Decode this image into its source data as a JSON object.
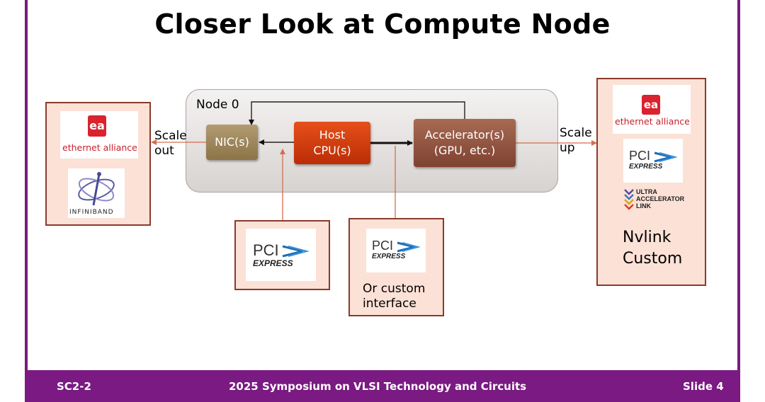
{
  "title": "Closer Look at Compute Node",
  "node": {
    "label": "Node 0",
    "nic": "NIC(s)",
    "host_line1": "Host",
    "host_line2": "CPU(s)",
    "acc_line1": "Accelerator(s)",
    "acc_line2": "(GPU, etc.)"
  },
  "scale_out": {
    "line1": "Scale",
    "line2": "out"
  },
  "scale_up": {
    "line1": "Scale",
    "line2": "up"
  },
  "left_box": {
    "ethernet_mark": "ea",
    "ethernet_text": "ethernet alliance",
    "infiniband_text": "INFINIBAND"
  },
  "pcie": {
    "word": "PCI",
    "express": "EXPRESS"
  },
  "middle_box": {
    "line1": "Or custom",
    "line2": "interface"
  },
  "right_box": {
    "ethernet_mark": "ea",
    "ethernet_text": "ethernet alliance",
    "ual_line1": "ULTRA",
    "ual_line2": "ACCELERATOR",
    "ual_line3": "LINK",
    "line1": "Nvlink",
    "line2": "Custom"
  },
  "footer": {
    "left": "SC2-2",
    "center": "2025 Symposium on VLSI Technology and Circuits",
    "right": "Slide 4"
  },
  "colors": {
    "accent_purple": "#7a1a82",
    "box_fill": "#fbe1d6",
    "box_border": "#8a3a2b",
    "cpu": "#d6400f",
    "accelerator": "#94543f",
    "nic": "#9f875c",
    "connector": "#e08a6c"
  }
}
